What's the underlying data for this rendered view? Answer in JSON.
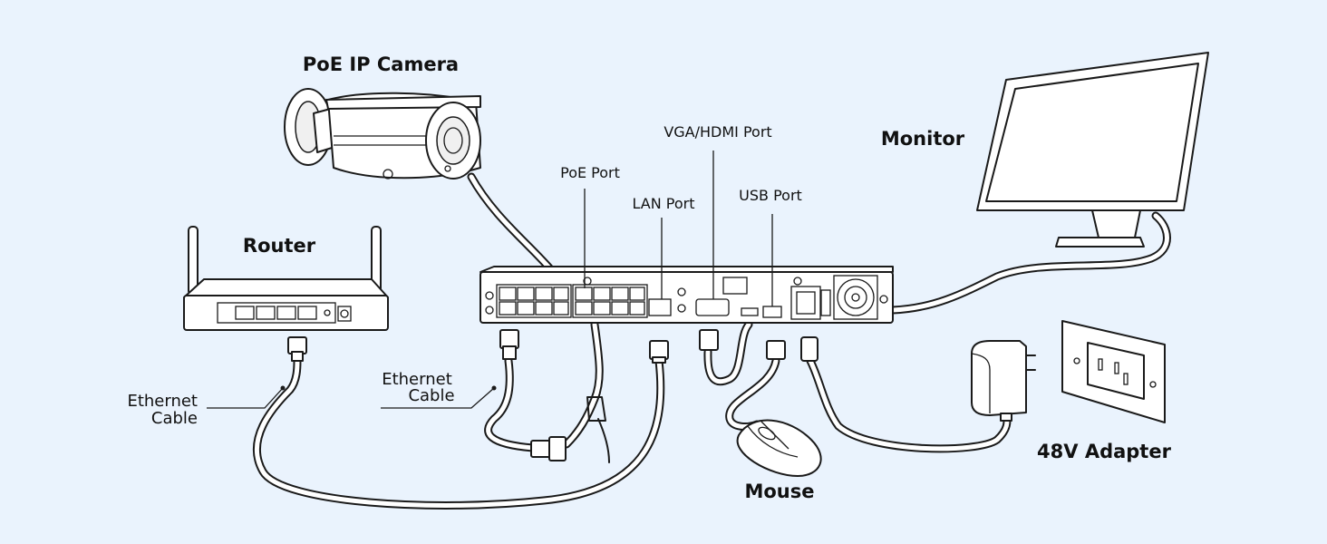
{
  "labels": {
    "camera": "PoE IP Camera",
    "router": "Router",
    "monitor": "Monitor",
    "poe_port": "PoE Port",
    "lan_port": "LAN Port",
    "vga_hdmi_port": "VGA/HDMI Port",
    "usb_port": "USB Port",
    "ethernet_cable_left_1": "Ethernet",
    "ethernet_cable_left_2": "Cable",
    "ethernet_cable_mid_1": "Ethernet",
    "ethernet_cable_mid_2": "Cable",
    "mouse": "Mouse",
    "adapter": "48V Adapter"
  },
  "colors": {
    "background": "#eaf3fd",
    "line": "#1a1a1a"
  },
  "icons": [
    "camera-icon",
    "router-icon",
    "monitor-icon",
    "nvr-icon",
    "mouse-icon",
    "power-adapter-icon",
    "wall-outlet-icon"
  ]
}
